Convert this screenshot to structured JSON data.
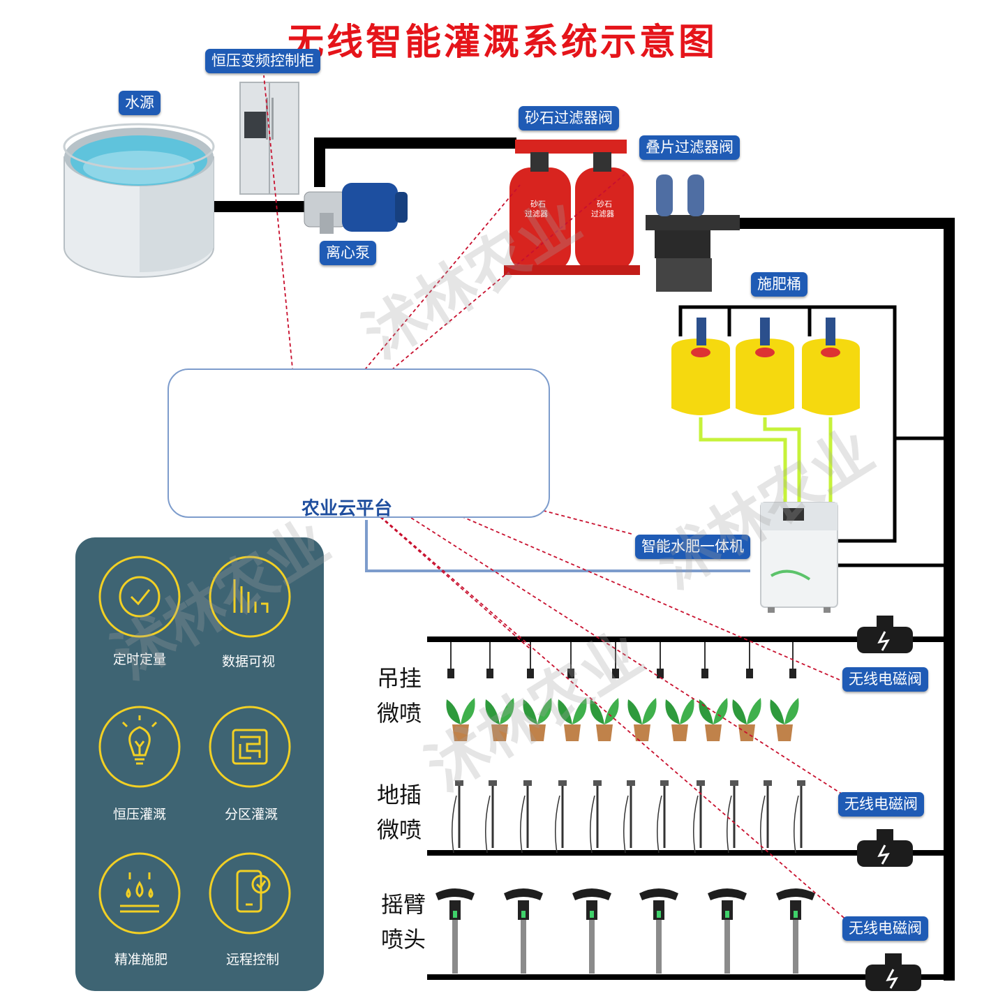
{
  "title": "无线智能灌溉系统示意图",
  "watermark": "沭林农业",
  "tags": {
    "water_source": "水源",
    "control_cabinet": "恒压变频控制柜",
    "pump": "离心泵",
    "sand_filter": "砂石过滤器阀",
    "disc_filter": "叠片过滤器阀",
    "fert_barrel": "施肥桶",
    "fert_machine": "智能水肥一体机",
    "valve1": "无线电磁阀",
    "valve2": "无线电磁阀",
    "valve3": "无线电磁阀"
  },
  "filter_tank_text": [
    "砂石",
    "过滤器"
  ],
  "cloud_platform": "农业云平台",
  "features": [
    {
      "label": "定时定量",
      "icon": "clock-check-icon"
    },
    {
      "label": "数据可视",
      "icon": "bar-chart-icon"
    },
    {
      "label": "恒压灌溉",
      "icon": "lightbulb-icon"
    },
    {
      "label": "分区灌溉",
      "icon": "zone-maze-icon"
    },
    {
      "label": "精准施肥",
      "icon": "water-drops-icon"
    },
    {
      "label": "远程控制",
      "icon": "phone-check-icon"
    }
  ],
  "sections": [
    {
      "line1": "吊挂",
      "line2": "微喷"
    },
    {
      "line1": "地插",
      "line2": "微喷"
    },
    {
      "line1": "摇臂",
      "line2": "喷头"
    }
  ],
  "colors": {
    "title_red": "#e5141a",
    "tag_blue": "#1f5bb5",
    "panel_teal": "#3e6473",
    "feature_yellow": "#f2d024",
    "link_red": "#c8102e"
  }
}
